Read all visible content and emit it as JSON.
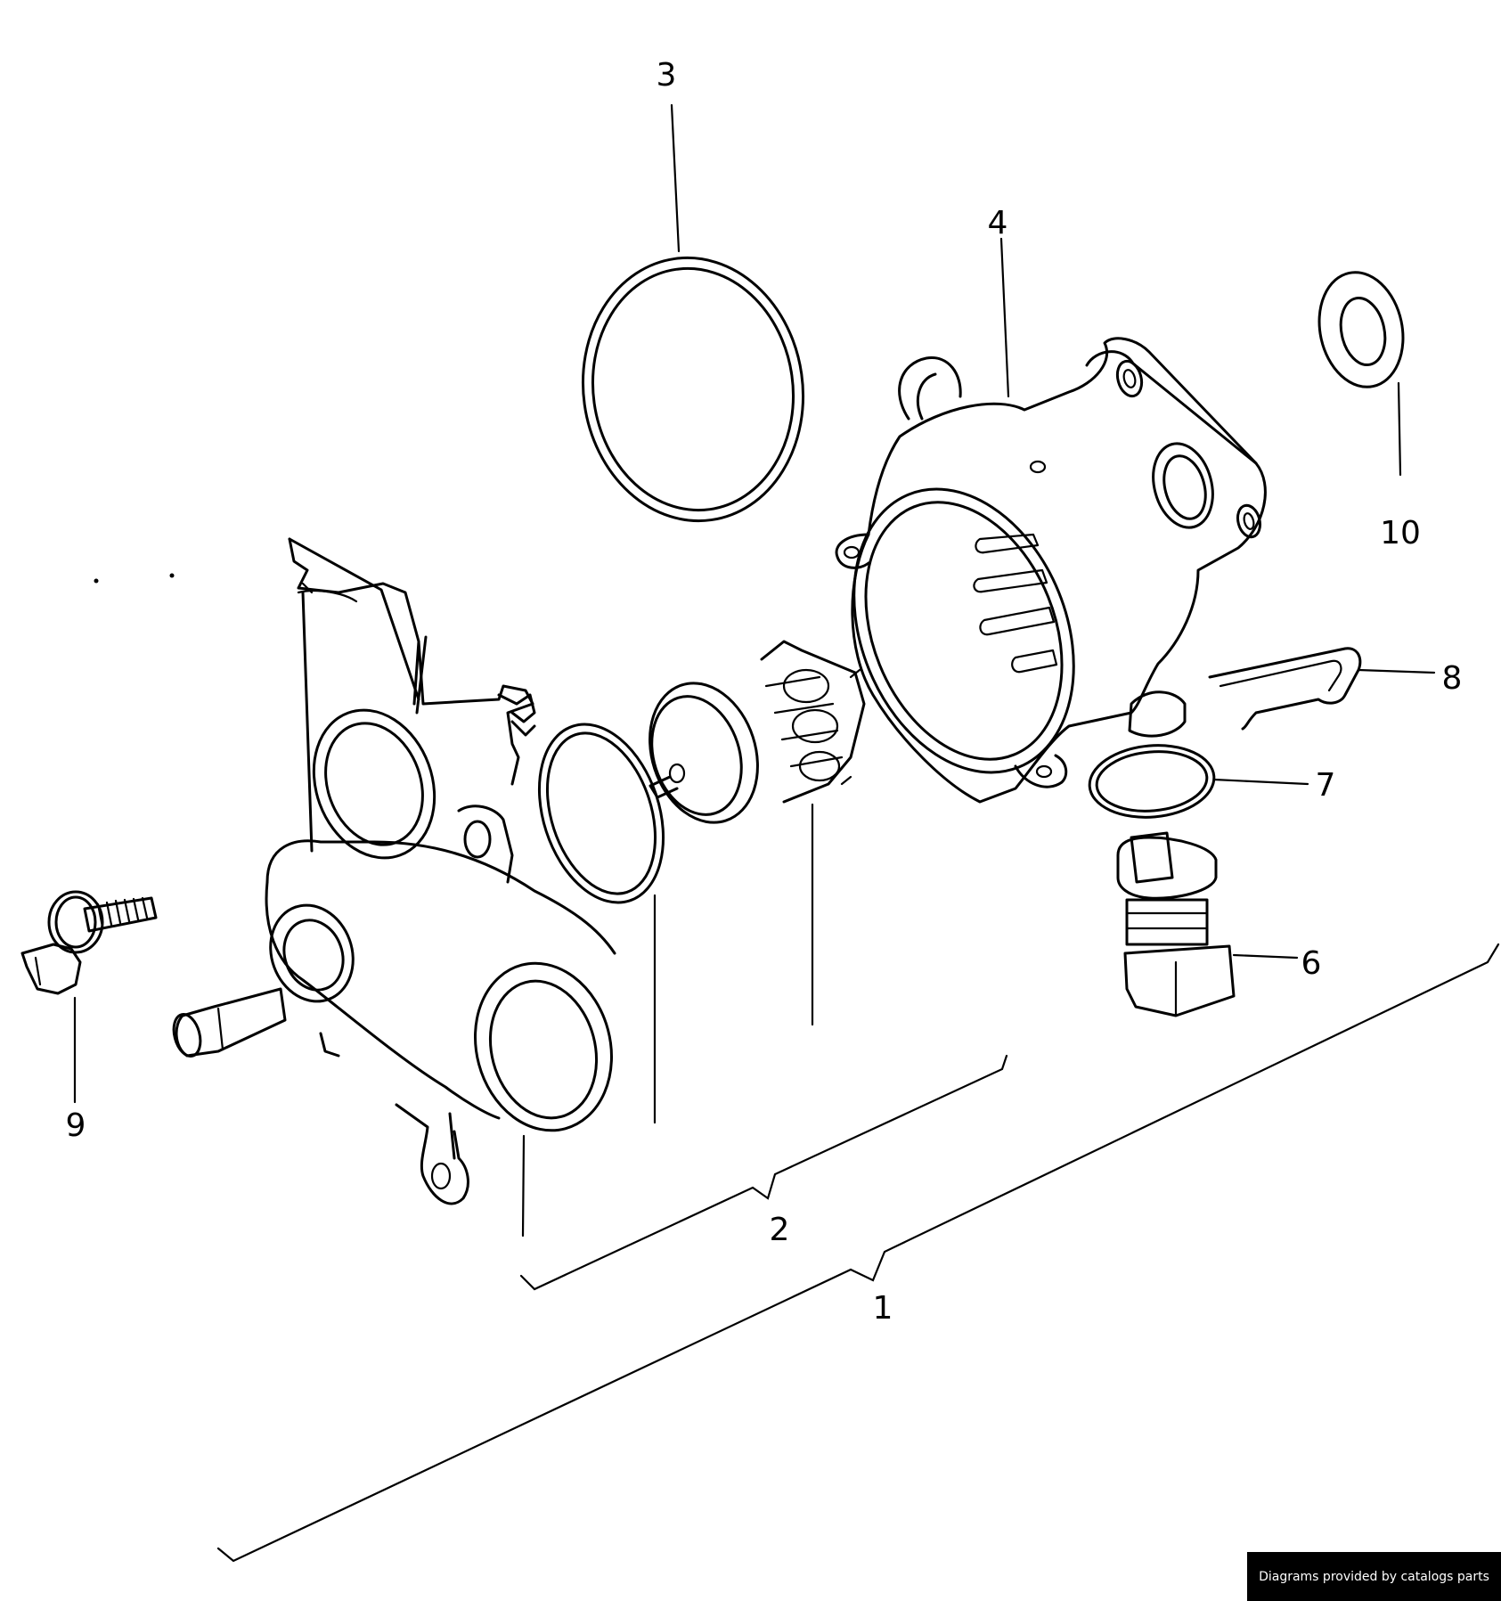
{
  "callouts": {
    "c1": "1",
    "c2": "2",
    "c3": "3",
    "c4": "4",
    "c6": "6",
    "c7": "7",
    "c8": "8",
    "c9": "9",
    "c10": "10"
  },
  "credit": "Diagrams provided by catalogs parts"
}
